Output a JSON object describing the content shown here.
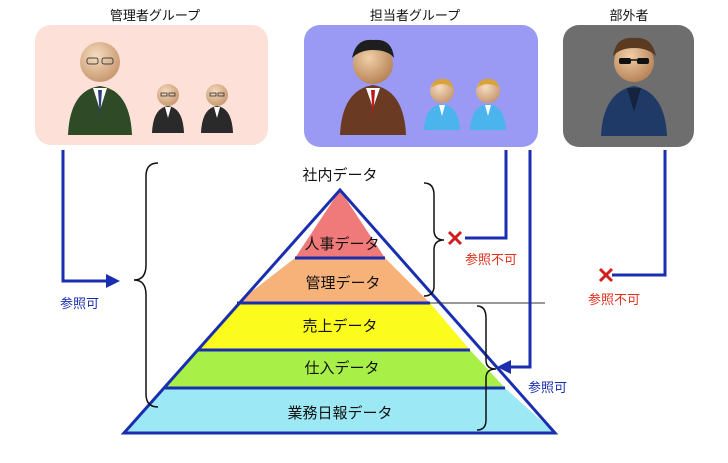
{
  "groups": {
    "admin": {
      "title": "管理者グループ",
      "bg": "#fde0d8"
    },
    "staff": {
      "title": "担当者グループ",
      "bg": "#9a9af4"
    },
    "outsider": {
      "title": "部外者",
      "bg": "#6e6e6e"
    }
  },
  "pyramid": {
    "title": "社内データ",
    "tiers": [
      {
        "label": "人事データ",
        "color": "#f07a7a"
      },
      {
        "label": "管理データ",
        "color": "#f7b27a"
      },
      {
        "label": "売上データ",
        "color": "#fbfb1e"
      },
      {
        "label": "仕入データ",
        "color": "#a8f048"
      },
      {
        "label": "業務日報データ",
        "color": "#9ce8f5"
      }
    ]
  },
  "access": {
    "admin_allowed": "参照可",
    "staff_allowed": "参照可",
    "staff_denied": "参照不可",
    "outsider_denied": "参照不可"
  },
  "colors": {
    "arrow": "#1a2fb0",
    "deny_mark": "#d21e1e",
    "pyramid_edge": "#1a2fb0"
  }
}
